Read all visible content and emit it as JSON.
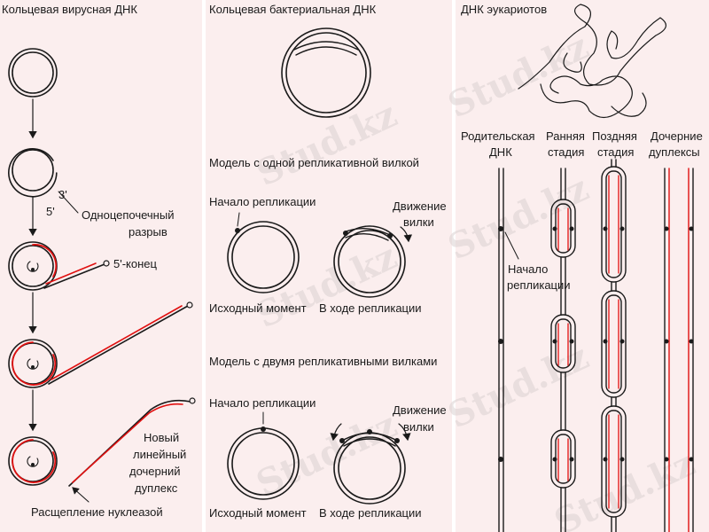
{
  "panels": {
    "viral": {
      "title": "Кольцевая вирусная ДНК",
      "label_3prime": "3'",
      "label_5prime": "5'",
      "label_nick_line1": "Одноцепочечный",
      "label_nick_line2": "разрыв",
      "label_5end": "5'-конец",
      "label_new_line1": "Новый",
      "label_new_line2": "линейный",
      "label_new_line3": "дочерний",
      "label_new_line4": "дуплекс",
      "label_cleavage": "Расщепление нуклеазой"
    },
    "bacterial": {
      "title": "Кольцевая бактериальная ДНК",
      "model_one": "Модель с одной репликативной вилкой",
      "model_two": "Модель с двумя репликативными вилками",
      "start_label": "Начало репликации",
      "fork_line1": "Движение",
      "fork_line2": "вилки",
      "initial_label": "Исходный момент",
      "during_label": "В ходе репликации"
    },
    "eukaryote": {
      "title": "ДНК эукариотов",
      "col_parent_line1": "Родительская",
      "col_parent_line2": "ДНК",
      "col_early_line1": "Ранняя",
      "col_early_line2": "стадия",
      "col_late_line1": "Поздняя",
      "col_late_line2": "стадия",
      "col_daughter_line1": "Дочерние",
      "col_daughter_line2": "дуплексы",
      "origin_line1": "Начало",
      "origin_line2": "репликации"
    }
  },
  "watermark": "Stud.kz",
  "colors": {
    "strand": "#1a1a1a",
    "new_strand": "#e01010",
    "background": "#fbeeee",
    "divider": "#ffffff"
  }
}
